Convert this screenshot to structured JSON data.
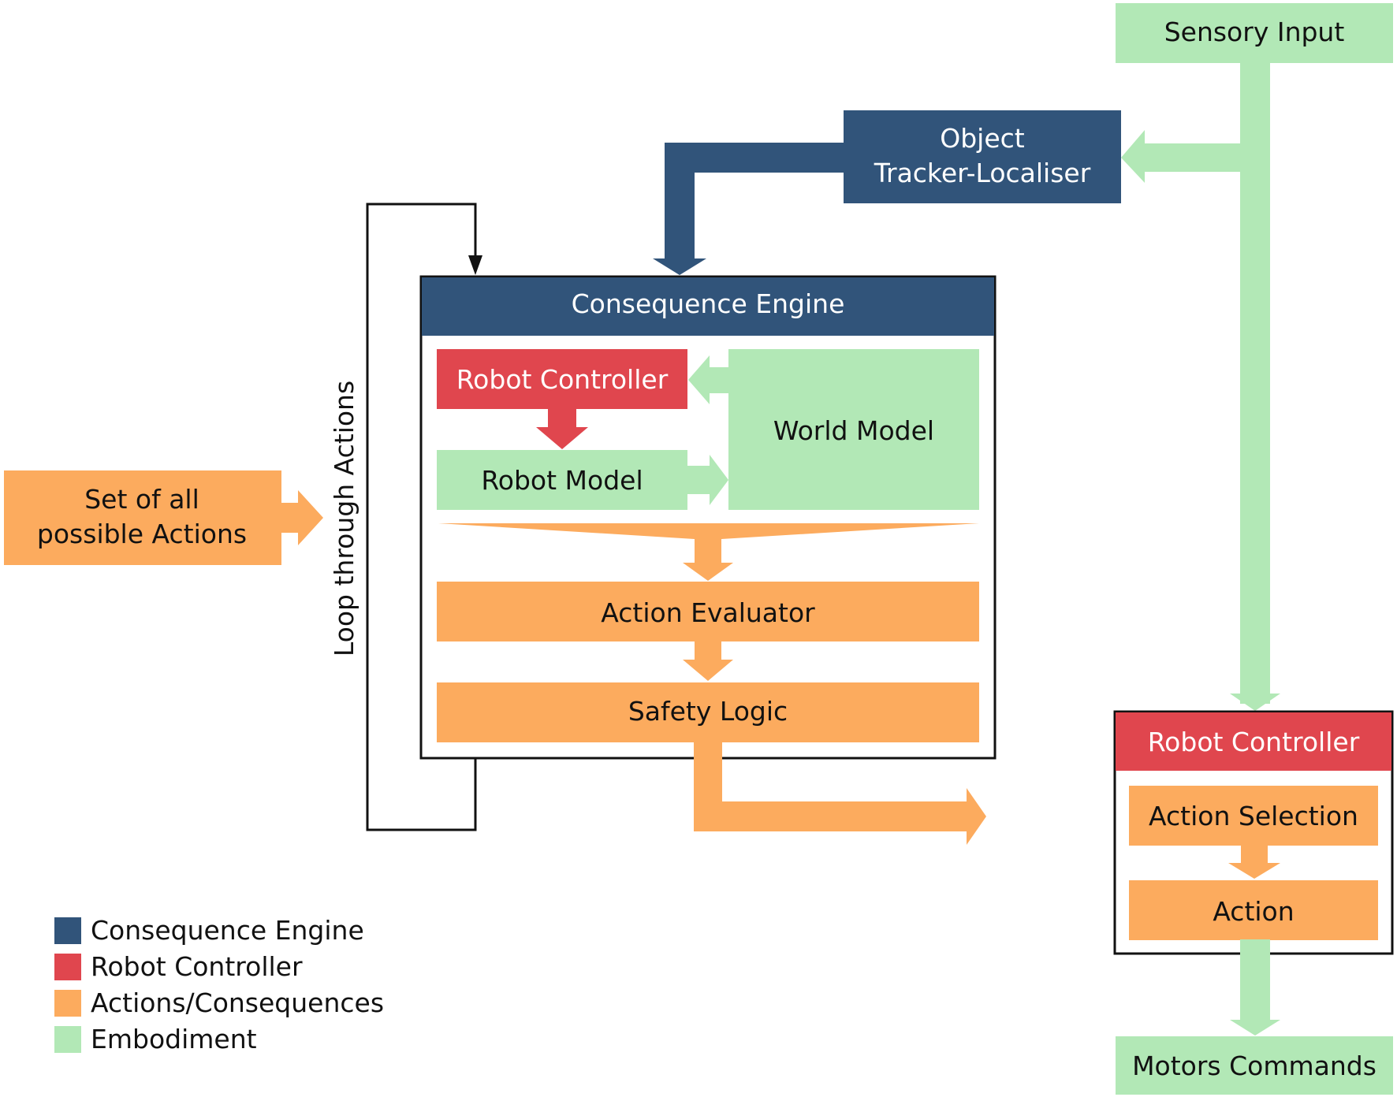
{
  "colors": {
    "consequence_engine": "#31547a",
    "robot_controller": "#e0464e",
    "actions": "#fcab5e",
    "embodiment": "#b2e8b6",
    "outline": "#111111"
  },
  "nodes": {
    "sensory_input": "Sensory Input",
    "tracker_line1": "Object",
    "tracker_line2": "Tracker-Localiser",
    "ce_header": "Consequence Engine",
    "ce_robot_controller": "Robot Controller",
    "world_model": "World Model",
    "robot_model": "Robot Model",
    "action_evaluator": "Action Evaluator",
    "safety_logic": "Safety Logic",
    "actions_line1": "Set of all",
    "actions_line2": "possible Actions",
    "loop_label": "Loop through Actions",
    "rc_header": "Robot Controller",
    "action_selection": "Action Selection",
    "action": "Action",
    "motors_commands": "Motors Commands"
  },
  "legend": [
    {
      "label": "Consequence Engine",
      "color": "#31547a"
    },
    {
      "label": "Robot Controller",
      "color": "#e0464e"
    },
    {
      "label": "Actions/Consequences",
      "color": "#fcab5e"
    },
    {
      "label": "Embodiment",
      "color": "#b2e8b6"
    }
  ]
}
